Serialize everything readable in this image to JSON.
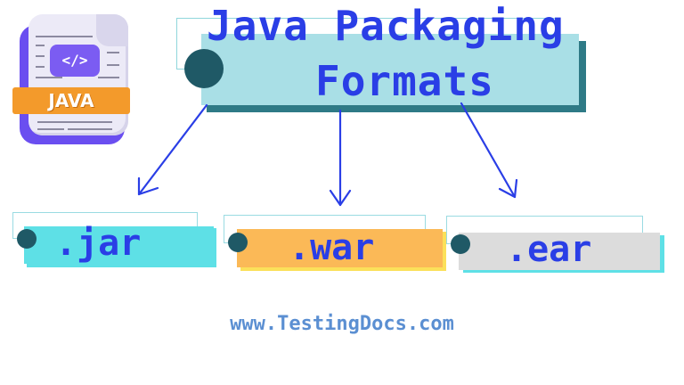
{
  "logo": {
    "code_glyph": "</>",
    "band_label": "JAVA"
  },
  "title": {
    "line1": "Java Packaging",
    "line2": "Formats"
  },
  "formats": [
    {
      "label": ".jar",
      "box_color": "#5ee0e6",
      "shadow_color": "#5ee0e6"
    },
    {
      "label": ".war",
      "box_color": "#fbb957",
      "shadow_color": "#fbe05a"
    },
    {
      "label": ".ear",
      "box_color": "#dcdcdc",
      "shadow_color": "#5ee0e6"
    }
  ],
  "colors": {
    "text_blue": "#2a3ee6",
    "arrow_blue": "#2a3ee6",
    "dot": "#1f5966",
    "footer": "#5b8fd2"
  },
  "footer": {
    "url": "www.TestingDocs.com"
  }
}
